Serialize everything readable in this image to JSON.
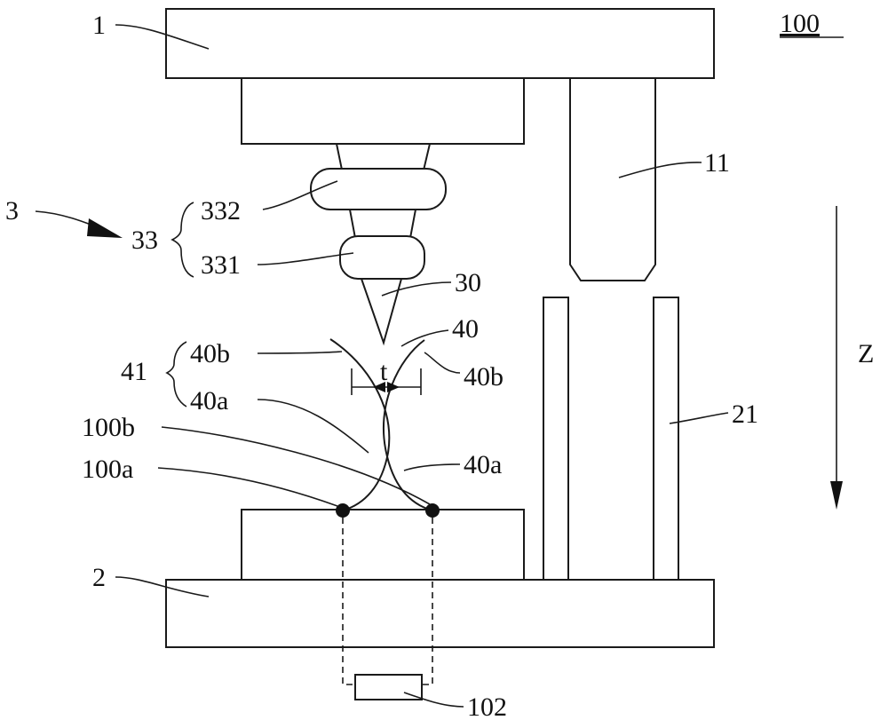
{
  "figure": {
    "number": "100",
    "labels": {
      "upper_platen": "1",
      "lower_platen": "2",
      "welding_assembly": "3",
      "upper_punch": "11",
      "lower_guide": "21",
      "tip": "30",
      "wire": "40",
      "lens_group": "33",
      "lens_upper": "332",
      "lens_lower": "331",
      "bracket_group": "41",
      "segment_b_left": "40b",
      "segment_b_right": "40b",
      "segment_a_left": "40a",
      "segment_a_right": "40a",
      "point_b": "100b",
      "point_a": "100a",
      "sensor": "102",
      "gap": "t",
      "direction": "Z"
    }
  }
}
